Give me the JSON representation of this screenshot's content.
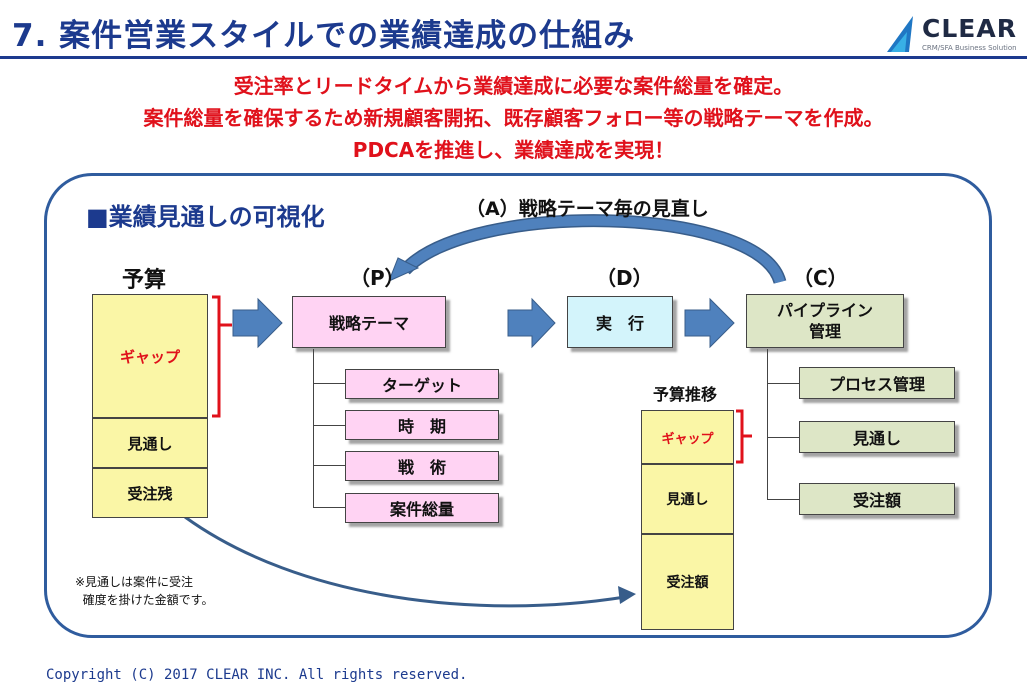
{
  "header": {
    "title": "7. 案件営業スタイルでの業績達成の仕組み",
    "logo_name": "CLEAR",
    "logo_tagline": "CRM/SFA Business Solution"
  },
  "intro": {
    "line1": "受注率とリードタイムから業績達成に必要な案件総量を確定。",
    "line2": "案件総量を確保するため新規顧客開拓、既存顧客フォロー等の戦略テーマを作成。",
    "line3": "PDCAを推進し、業績達成を実現！"
  },
  "diagram": {
    "section_title": "■業績見通しの可視化",
    "loop_label": "（A）戦略テーマ毎の見直し",
    "budget": {
      "label": "予算",
      "gap": "ギャップ",
      "forecast": "見通し",
      "backlog": "受注残"
    },
    "plan": {
      "label": "（P）",
      "box": "戦略テーマ",
      "items": [
        "ターゲット",
        "時　期",
        "戦　術",
        "案件総量"
      ]
    },
    "do": {
      "label": "（D）",
      "box": "実　行"
    },
    "check": {
      "label": "（C）",
      "box_line1": "パイプライン",
      "box_line2": "管理",
      "items": [
        "プロセス管理",
        "見通し",
        "受注額"
      ]
    },
    "budget_trend": {
      "label": "予算推移",
      "gap": "ギャップ",
      "forecast": "見通し",
      "orders": "受注額"
    },
    "note_line1": "※見通しは案件に受注",
    "note_line2": "確度を掛けた金額です。"
  },
  "footer": {
    "copyright": "Copyright (C) 2017 CLEAR INC. All rights reserved."
  },
  "colors": {
    "title_blue": "#1c3a8e",
    "accent_red": "#e0111b",
    "arrow_blue": "#4f81bd",
    "box_pink": "#ffd3f3",
    "box_cyan": "#d3f4fb",
    "box_sage": "#dde6c6",
    "box_yellow": "#faf6a6"
  }
}
